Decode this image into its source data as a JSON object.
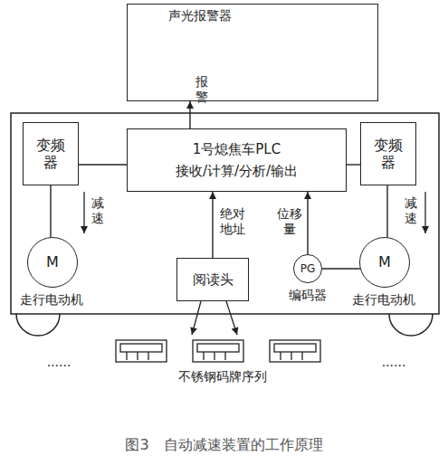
{
  "diagram": {
    "caption": "图3　自动减速装置的工作原理",
    "nodes": [
      {
        "text": [
          "声光报警器"
        ]
      },
      {
        "text": [
          "变频器"
        ]
      },
      {
        "text": [
          "1号熄焦车PLC",
          "接收/计算/分析/输出"
        ]
      },
      {
        "text": [
          "变频器"
        ]
      },
      {
        "text": [
          "M",
          "走行电动机"
        ]
      },
      {
        "text": [
          "阅读头"
        ]
      },
      {
        "text": [
          "PG",
          "编码器"
        ]
      },
      {
        "text": [
          "M",
          "走行电动机"
        ]
      }
    ],
    "edges": [
      {
        "from": 2,
        "to": 0,
        "arrow": "to",
        "label": "报警"
      },
      {
        "from": 1,
        "to": 2,
        "arrow": "none"
      },
      {
        "from": 3,
        "to": 2,
        "arrow": "none"
      },
      {
        "from": 1,
        "to": 4,
        "arrow": "none"
      },
      {
        "from": 3,
        "to": 7,
        "arrow": "none"
      },
      {
        "from": 5,
        "to": 2,
        "arrow": "to",
        "label": "绝对地址"
      },
      {
        "from": 6,
        "to": 2,
        "arrow": "to",
        "label": "位移量"
      },
      {
        "from": 6,
        "to": 7,
        "arrow": "none"
      }
    ],
    "labels": [
      "减速",
      "减速",
      "......",
      "......",
      "不锈钢码牌序列"
    ]
  }
}
